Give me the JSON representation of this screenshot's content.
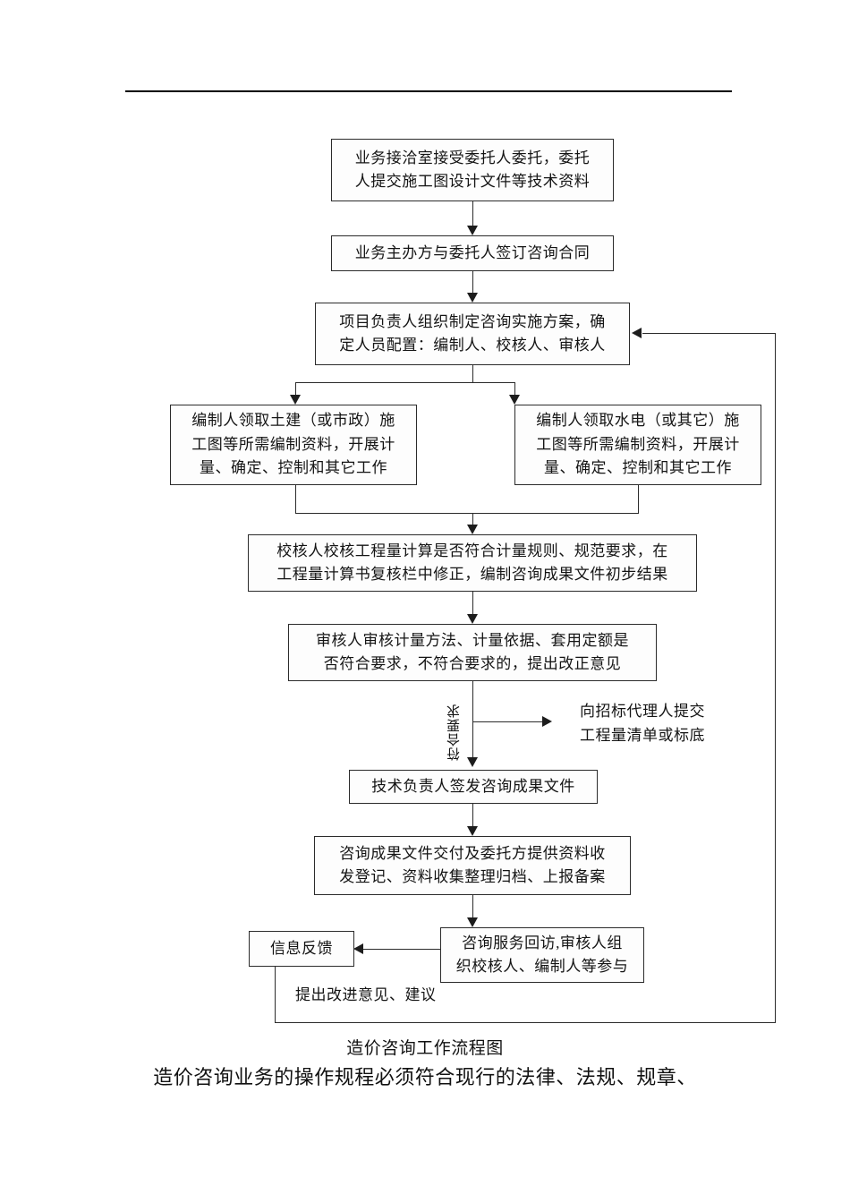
{
  "document": {
    "title": "造价咨询工作流程图",
    "subtitle": "造价咨询业务的操作规程必须符合现行的法律、法规、规章、"
  },
  "flowchart": {
    "type": "flowchart",
    "orientation": "top-to-bottom",
    "nodes": [
      {
        "id": "n1",
        "name": "intake-box",
        "text": "业务接洽室接受委托人委托，委托\n人提交施工图设计文件等技术资料"
      },
      {
        "id": "n2",
        "name": "contract-box",
        "text": "业务主办方与委托人签订咨询合同"
      },
      {
        "id": "n3",
        "name": "plan-staffing-box",
        "text": "项目负责人组织制定咨询实施方案，确\n定人员配置：编制人、校核人、审核人"
      },
      {
        "id": "n4",
        "name": "civil-works-box",
        "text": "编制人领取土建（或市政）施\n工图等所需编制资料，开展计\n量、确定、控制和其它工作"
      },
      {
        "id": "n5",
        "name": "mep-works-box",
        "text": "编制人领取水电（或其它）施\n工图等所需编制资料，开展计\n量、确定、控制和其它工作"
      },
      {
        "id": "n6",
        "name": "checker-review-box",
        "text": "校核人校核工程量计算是否符合计量规则、规范要求，在\n工程量计算书复核栏中修正，编制咨询成果文件初步结果"
      },
      {
        "id": "n7",
        "name": "auditor-review-box",
        "text": "审核人审核计量方法、计量依据、套用定额是\n否符合要求，不符合要求的，提出改正意见"
      },
      {
        "id": "n8",
        "name": "issue-results-box",
        "text": "技术负责人签发咨询成果文件"
      },
      {
        "id": "n9",
        "name": "delivery-archive-box",
        "text": "咨询成果文件交付及委托方提供资料收\n发登记、资料收集整理归档、上报备案"
      },
      {
        "id": "n10",
        "name": "service-revisit-box",
        "text": "咨询服务回访,审核人组\n织校核人、编制人等参与"
      },
      {
        "id": "n11",
        "name": "information-feedback-box",
        "text": "信息反馈"
      }
    ],
    "labels": [
      {
        "id": "l1",
        "name": "branch-label-qualified",
        "text": "符合要求",
        "orientation": "vertical"
      },
      {
        "id": "l2",
        "name": "submit-to-tender-agent-label",
        "text": "向招标代理人提交\n工程量清单或标底"
      },
      {
        "id": "l3",
        "name": "improvement-suggestions-label",
        "text": "提出改进意见、建议"
      }
    ],
    "edges": [
      {
        "from": "n1",
        "to": "n2",
        "name": "edge-intake-to-contract"
      },
      {
        "from": "n2",
        "to": "n3",
        "name": "edge-contract-to-plan"
      },
      {
        "from": "n3",
        "to": "n4",
        "name": "edge-plan-to-civil"
      },
      {
        "from": "n3",
        "to": "n5",
        "name": "edge-plan-to-mep"
      },
      {
        "from": "n4",
        "to": "n6",
        "name": "edge-civil-to-checker"
      },
      {
        "from": "n5",
        "to": "n6",
        "name": "edge-mep-to-checker"
      },
      {
        "from": "n6",
        "to": "n7",
        "name": "edge-checker-to-auditor"
      },
      {
        "from": "n7",
        "to": "l2",
        "name": "edge-auditor-to-tender-agent"
      },
      {
        "from": "n7",
        "to": "n8",
        "name": "edge-auditor-to-issue"
      },
      {
        "from": "n8",
        "to": "n9",
        "name": "edge-issue-to-delivery"
      },
      {
        "from": "n9",
        "to": "n10",
        "name": "edge-delivery-to-revisit"
      },
      {
        "from": "n10",
        "to": "n11",
        "name": "edge-revisit-to-feedback"
      },
      {
        "from": "n11",
        "to": "n3",
        "name": "edge-feedback-loop-back"
      }
    ],
    "colors": {
      "stroke": "#2b2b2b",
      "text": "#141414",
      "background": "#ffffff"
    }
  }
}
